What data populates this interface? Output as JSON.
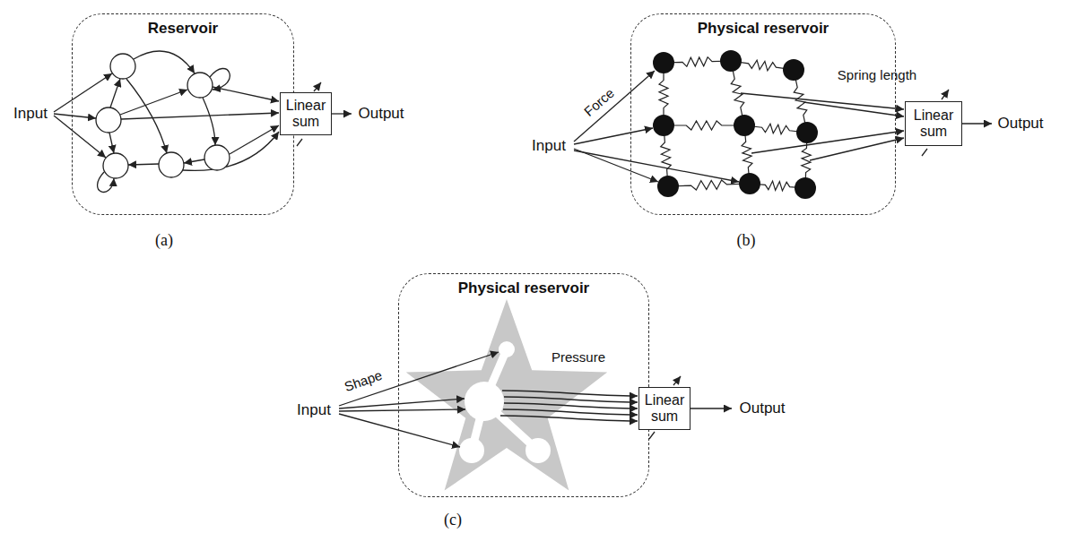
{
  "diagram": {
    "nodes": [
      {
        "text": [
          "Reservoir"
        ]
      },
      {
        "text": [
          "Linear sum"
        ]
      },
      {
        "text": [
          "Physical reservoir"
        ]
      },
      {
        "text": [
          "Linear sum"
        ]
      },
      {
        "text": [
          "Physical reservoir"
        ]
      },
      {
        "text": [
          "Linear sum"
        ]
      }
    ],
    "labels": [
      "Input",
      "Output",
      "(a)",
      "Input",
      "Force",
      "Spring length",
      "Output",
      "(b)",
      "Input",
      "Shape",
      "Pressure",
      "Output",
      "(c)"
    ]
  }
}
